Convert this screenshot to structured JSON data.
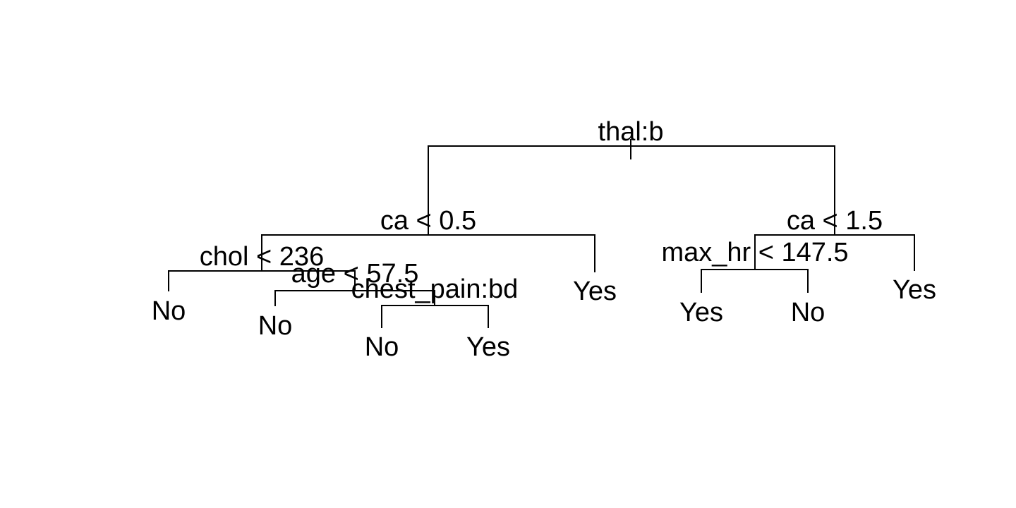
{
  "tree": {
    "split_root": "thal:b",
    "split_left": "ca < 0.5",
    "split_right": "ca < 1.5",
    "split_chol": "chol < 236",
    "split_age": "age < 57.5",
    "split_chest": "chest_pain:bd",
    "split_maxhr": "max_hr < 147.5",
    "leaf_chol_left": "No",
    "leaf_age_left": "No",
    "leaf_chest_left": "No",
    "leaf_chest_right": "Yes",
    "leaf_ca05_right": "Yes",
    "leaf_maxhr_left": "Yes",
    "leaf_maxhr_right": "No",
    "leaf_ca15_right": "Yes"
  }
}
